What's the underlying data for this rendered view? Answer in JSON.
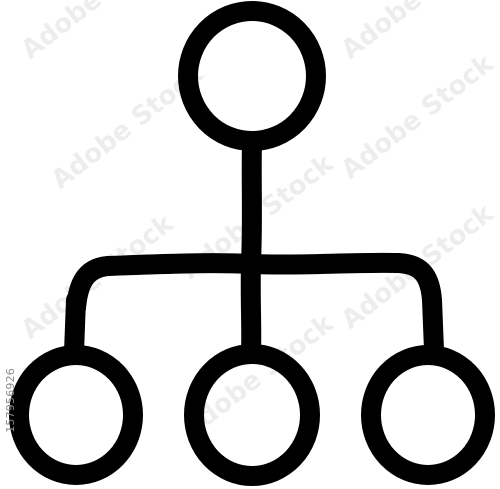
{
  "icon": {
    "name": "hierarchy-icon",
    "stroke_color": "#000000",
    "background": "#ffffff",
    "description_role": "org-chart"
  },
  "watermark": {
    "text": "Adobe Stock",
    "color": "#d9d9d9"
  },
  "stock_id": "157956926"
}
